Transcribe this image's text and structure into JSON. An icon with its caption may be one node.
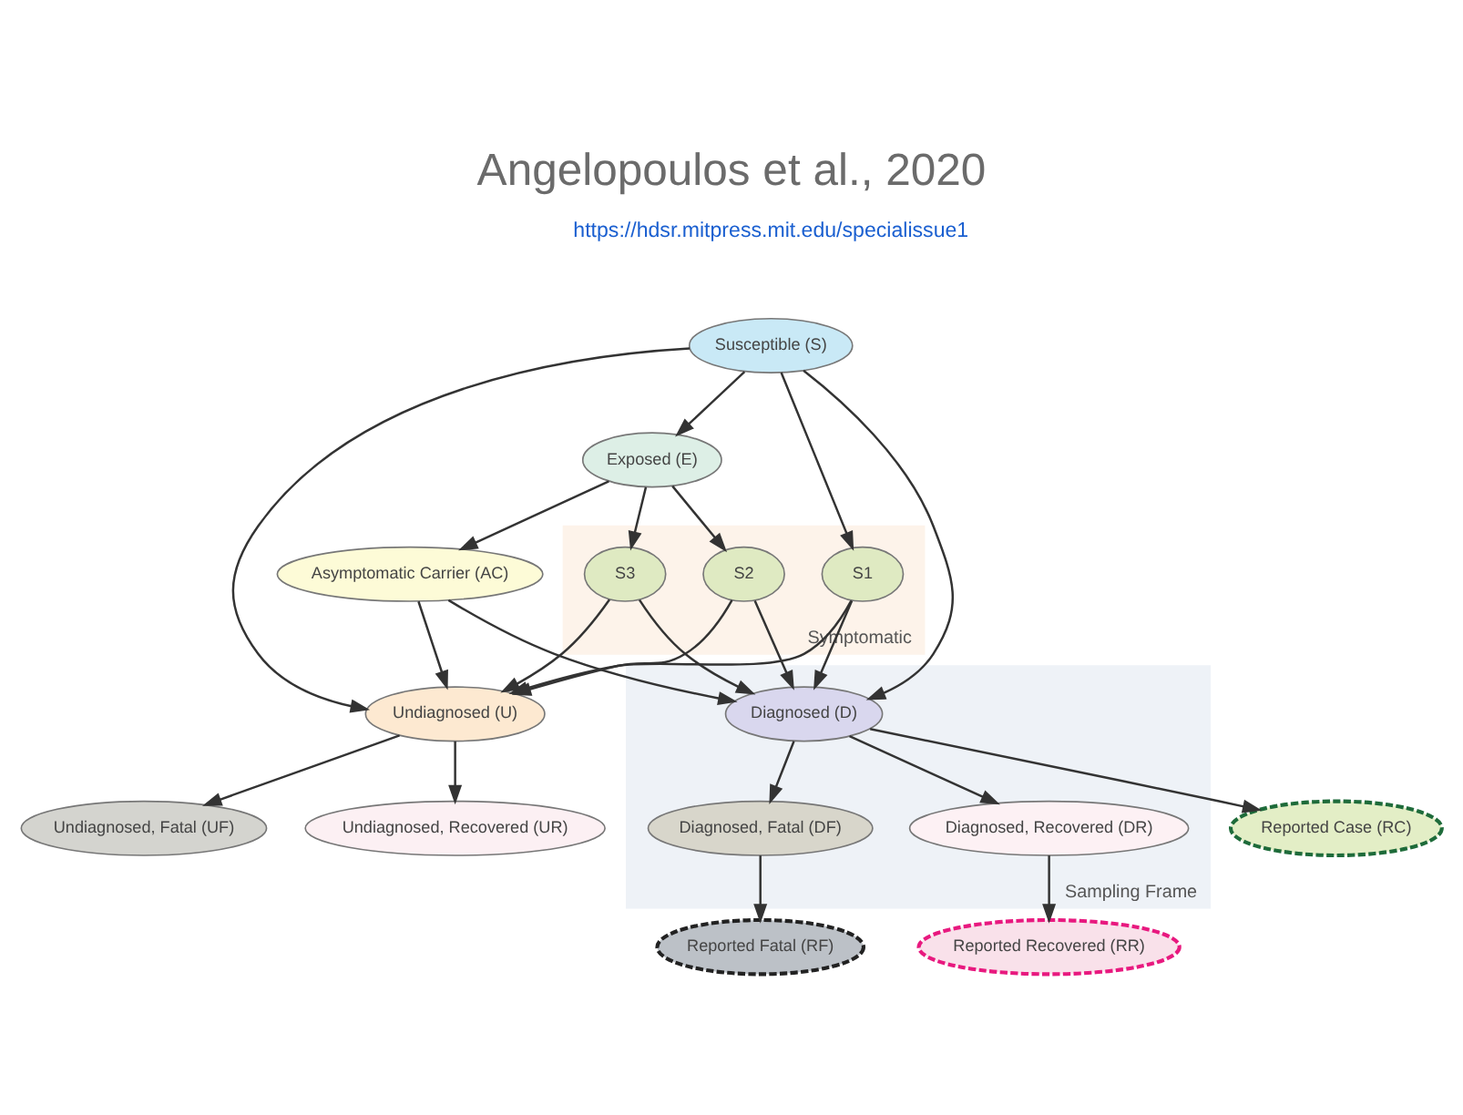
{
  "diagram": {
    "title": "Angelopoulos et al., 2020",
    "nodes": [
      {
        "text": [
          "Susceptible (S)"
        ]
      },
      {
        "text": [
          "Exposed (E)"
        ]
      },
      {
        "text": [
          "Asymptomatic Carrier (AC)"
        ]
      },
      {
        "text": [
          "Symptomatic"
        ]
      },
      {
        "text": [
          "S1"
        ],
        "in": 3
      },
      {
        "text": [
          "S2"
        ],
        "in": 3
      },
      {
        "text": [
          "S3"
        ],
        "in": 3
      },
      {
        "text": [
          "Undiagnosed (U)"
        ]
      },
      {
        "text": [
          "Sampling Frame"
        ]
      },
      {
        "text": [
          "Diagnosed (D)"
        ],
        "in": 8
      },
      {
        "text": [
          "Undiagnosed, Fatal (UF)"
        ]
      },
      {
        "text": [
          "Undiagnosed, Recovered (UR)"
        ]
      },
      {
        "text": [
          "Diagnosed, Fatal (DF)"
        ],
        "in": 8
      },
      {
        "text": [
          "Diagnosed, Recovered (DR)"
        ],
        "in": 8
      },
      {
        "text": [
          "Reported Case (RC)"
        ]
      },
      {
        "text": [
          "Reported Fatal (RF)"
        ]
      },
      {
        "text": [
          "Reported Recovered (RR)"
        ]
      }
    ],
    "edges": [
      {
        "from": 0,
        "to": 1,
        "arrow": "to"
      },
      {
        "from": 0,
        "to": 4,
        "arrow": "to"
      },
      {
        "from": 0,
        "to": 7,
        "arrow": "to"
      },
      {
        "from": 0,
        "to": 9,
        "arrow": "to"
      },
      {
        "from": 1,
        "to": 2,
        "arrow": "to"
      },
      {
        "from": 1,
        "to": 5,
        "arrow": "to"
      },
      {
        "from": 1,
        "to": 6,
        "arrow": "to"
      },
      {
        "from": 2,
        "to": 7,
        "arrow": "to"
      },
      {
        "from": 2,
        "to": 9,
        "arrow": "to"
      },
      {
        "from": 4,
        "to": 7,
        "arrow": "to"
      },
      {
        "from": 5,
        "to": 7,
        "arrow": "to"
      },
      {
        "from": 6,
        "to": 7,
        "arrow": "to"
      },
      {
        "from": 4,
        "to": 9,
        "arrow": "to"
      },
      {
        "from": 5,
        "to": 9,
        "arrow": "to"
      },
      {
        "from": 6,
        "to": 9,
        "arrow": "to"
      },
      {
        "from": 7,
        "to": 10,
        "arrow": "to"
      },
      {
        "from": 7,
        "to": 11,
        "arrow": "to"
      },
      {
        "from": 9,
        "to": 12,
        "arrow": "to"
      },
      {
        "from": 9,
        "to": 13,
        "arrow": "to"
      },
      {
        "from": 9,
        "to": 14,
        "arrow": "to"
      },
      {
        "from": 12,
        "to": 15,
        "arrow": "to"
      },
      {
        "from": 13,
        "to": 16,
        "arrow": "to"
      }
    ],
    "labels": [
      "https://hdsr.mitpress.mit.edu/specialissue1"
    ]
  }
}
